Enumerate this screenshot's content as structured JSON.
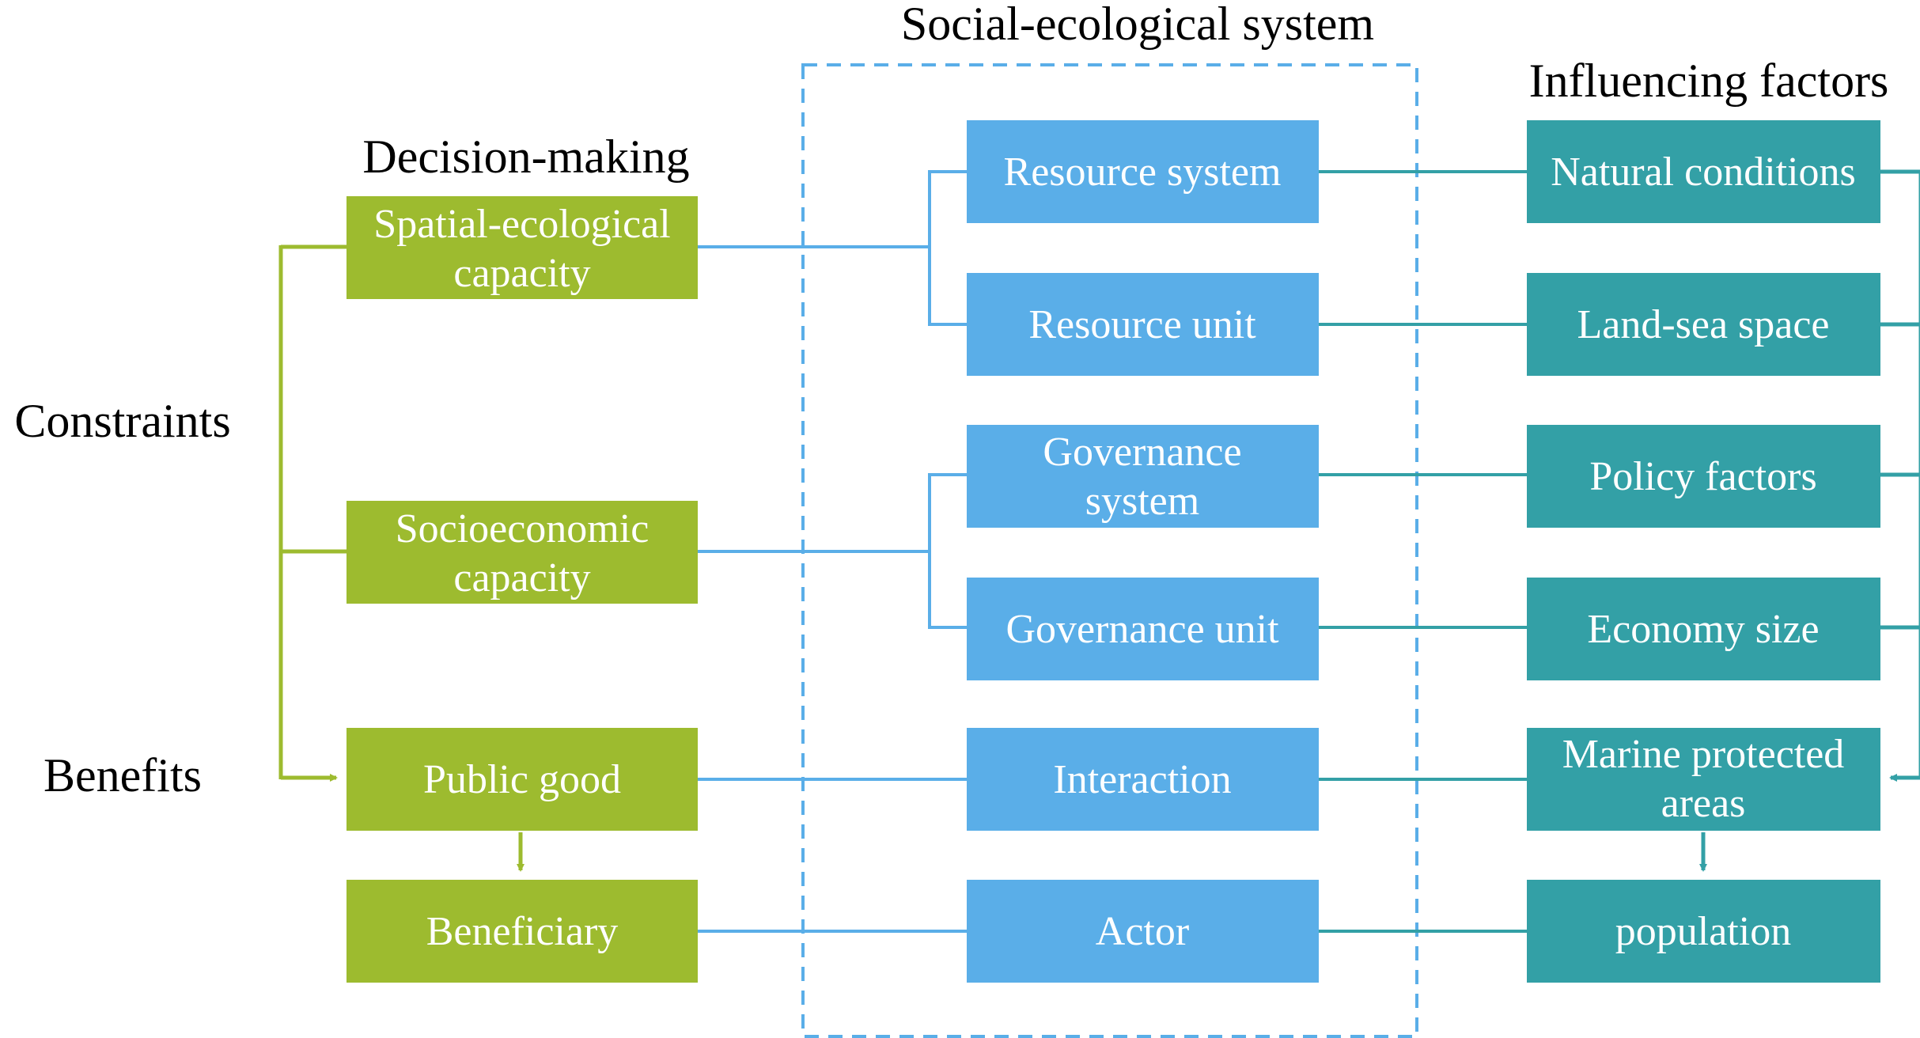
{
  "headings": {
    "decision_making": "Decision-making",
    "ses": "Social-ecological system",
    "influencing": "Influencing factors",
    "constraints": "Constraints",
    "benefits": "Benefits"
  },
  "decision": {
    "spatial": [
      "Spatial-ecological",
      "capacity"
    ],
    "socio": [
      "Socioeconomic",
      "capacity"
    ],
    "public_good": "Public good",
    "beneficiary": "Beneficiary"
  },
  "ses": {
    "resource_system": "Resource system",
    "resource_unit": "Resource unit",
    "governance_system": [
      "Governance",
      "system"
    ],
    "governance_unit": "Governance unit",
    "interaction": "Interaction",
    "actor": "Actor"
  },
  "factors": {
    "natural": "Natural conditions",
    "land_sea": "Land-sea space",
    "policy": "Policy factors",
    "economy": "Economy size",
    "mpa": [
      "Marine protected",
      "areas"
    ],
    "population": "population"
  },
  "colors": {
    "green": "#9dbb2f",
    "blue": "#5aaee8",
    "teal": "#33a0a6",
    "dashed": "#5aaee8"
  }
}
